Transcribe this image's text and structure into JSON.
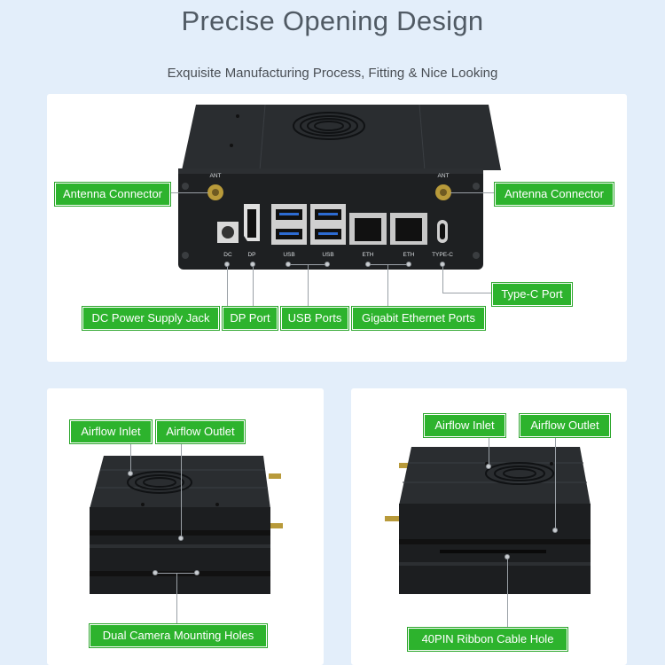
{
  "header": {
    "title": "Precise Opening Design",
    "subtitle": "Exquisite Manufacturing Process, Fitting & Nice Looking"
  },
  "front_panel": {
    "callouts": {
      "antenna_left": "Antenna Connector",
      "antenna_right": "Antenna Connector",
      "type_c": "Type-C Port",
      "dc_power": "DC Power Supply Jack",
      "dp_port": "DP Port",
      "usb_ports": "USB Ports",
      "ethernet_ports": "Gigabit Ethernet Ports"
    },
    "port_labels": {
      "ant_left": "ANT",
      "ant_right": "ANT",
      "dc": "DC",
      "dp": "DP",
      "usb1": "USB",
      "usb2": "USB",
      "eth1": "ETH",
      "eth2": "ETH",
      "typec": "TYPE-C"
    }
  },
  "left_panel": {
    "callouts": {
      "airflow_inlet": "Airflow Inlet",
      "airflow_outlet": "Airflow Outlet",
      "camera_holes": "Dual Camera Mounting Holes"
    }
  },
  "right_panel": {
    "callouts": {
      "airflow_inlet": "Airflow Inlet",
      "airflow_outlet": "Airflow Outlet",
      "ribbon_hole": "40PIN Ribbon Cable Hole"
    }
  },
  "colors": {
    "background": "#e3eefa",
    "panel": "#ffffff",
    "callout_green": "#2db32d",
    "device_black": "#1e2022"
  }
}
